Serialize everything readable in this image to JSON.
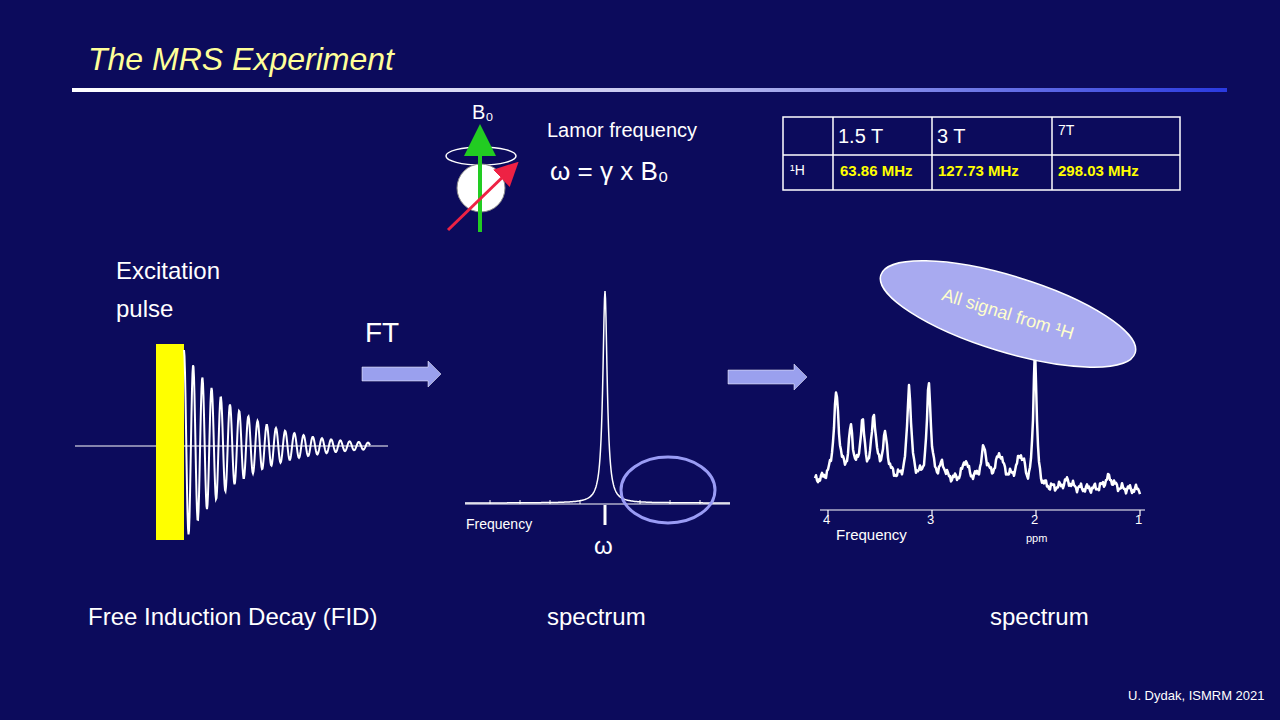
{
  "diagram": {
    "title": "The MRS Experiment",
    "nodes": [
      {
        "text": [
          "All signal from ¹H"
        ]
      }
    ],
    "labels": [
      "B₀",
      "Lamor frequency",
      "ω = γ x B₀",
      "1.5 T",
      "3 T",
      "7T",
      "¹H",
      "63.86 MHz",
      "127.73 MHz",
      "298.03 MHz",
      "Excitation pulse",
      "FT",
      "Frequency",
      "ω",
      "4",
      "3",
      "2",
      "1",
      "Frequency",
      "ppm",
      "Free Induction Decay (FID)",
      "spectrum",
      "spectrum",
      "U. Dydak, ISMRM 2021"
    ]
  }
}
